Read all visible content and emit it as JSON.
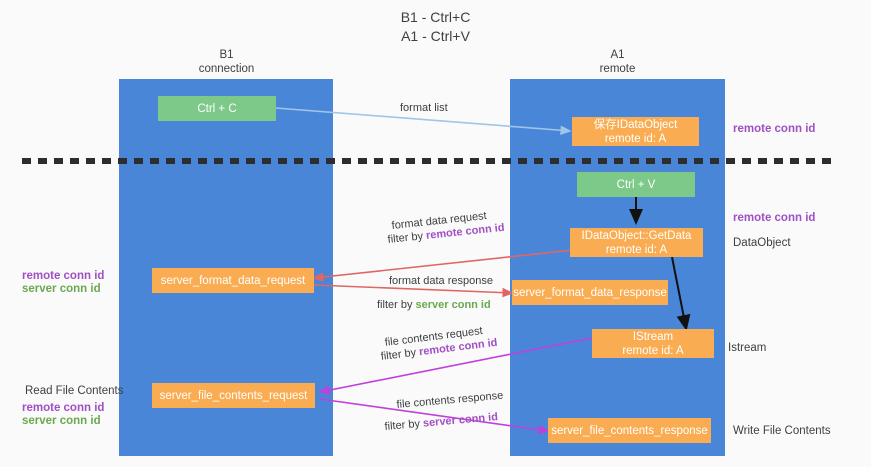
{
  "title": {
    "line1": "B1 - Ctrl+C",
    "line2": "A1 - Ctrl+V"
  },
  "columns": [
    {
      "name": "B1",
      "sub": "connection"
    },
    {
      "name": "A1",
      "sub": "remote"
    }
  ],
  "boxes": {
    "ctrl_c": {
      "line1": "Ctrl + C"
    },
    "save_idataobject": {
      "line1": "保存IDataObject",
      "line2": "remote id: A"
    },
    "ctrl_v": {
      "line1": "Ctrl + V"
    },
    "getdata": {
      "line1": "IDataObject::GetData",
      "line2": "remote id: A"
    },
    "server_format_data_request": {
      "line1": "server_format_data_request"
    },
    "server_format_data_response": {
      "line1": "server_format_data_response"
    },
    "istream": {
      "line1": "IStream",
      "line2": "remote id: A"
    },
    "server_file_contents_request": {
      "line1": "server_file_contents_request"
    },
    "server_file_contents_response": {
      "line1": "server_file_contents_response"
    }
  },
  "edges": {
    "format_list": "format list",
    "format_data_request": "format data request",
    "format_data_request_filter_prefix": "filter by ",
    "format_data_request_filter_value": "remote conn id",
    "format_data_response": "format data response",
    "format_data_response_filter_prefix": "filter by ",
    "format_data_response_filter_value": "server conn id",
    "file_contents_request": "file contents request",
    "file_contents_request_filter_prefix": "filter by ",
    "file_contents_request_filter_value": "remote conn id",
    "file_contents_response": "file contents response",
    "file_contents_response_filter_prefix": "filter by ",
    "file_contents_response_filter_value": "server conn id"
  },
  "annotations": {
    "right_remote_conn_id_top": "remote conn id",
    "right_remote_conn_id_mid": "remote conn id",
    "right_dataobject": "DataObject",
    "right_istream": "Istream",
    "right_write_file_contents": "Write File Contents",
    "left_remote_conn_id": "remote conn id",
    "left_server_conn_id": "server conn id",
    "left_read_file_contents": "Read File Contents",
    "left_remote_conn_id_2": "remote conn id",
    "left_server_conn_id_2": "server conn id"
  },
  "colors": {
    "lane": "#4a86d8",
    "green_box": "#7dc98a",
    "orange_box": "#f9ac51",
    "purple_text": "#a04fc4",
    "green_text": "#6aa84f",
    "arrow_blue": "#9fc5e8",
    "arrow_red": "#e06666",
    "arrow_magenta": "#c13fdb",
    "arrow_black": "#111111",
    "background": "#fafafa"
  }
}
